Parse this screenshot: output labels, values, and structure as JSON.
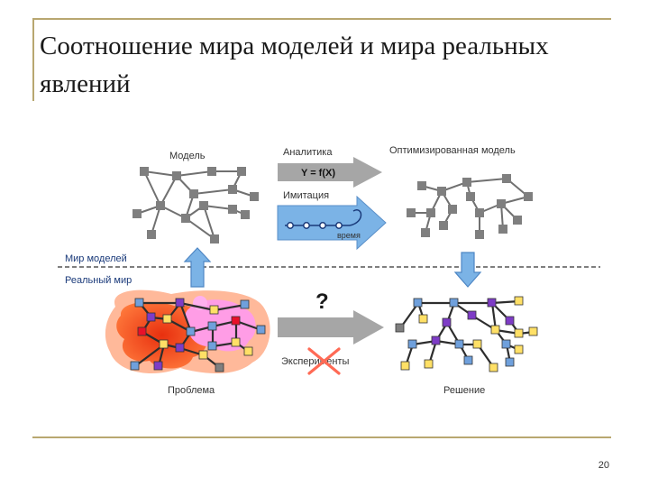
{
  "slide": {
    "title": "Соотношение мира моделей и мира реальных явлений",
    "page_number": "20"
  },
  "diagram": {
    "model_label": "Модель",
    "analytics_label": "Аналитика",
    "formula_label": "Y = f(X)",
    "optimized_model_label": "Оптимизированная модель",
    "imitation_label": "Имитация",
    "time_label": "время",
    "world_of_models_label": "Мир моделей",
    "real_world_label": "Реальный мир",
    "question_mark": "?",
    "experiments_label": "Эксперименты",
    "problem_label": "Проблема",
    "solution_label": "Решение"
  },
  "colors": {
    "node_gray": "#7f7f7f",
    "arrow_fill": "#a6a6a6",
    "up_arrow_fill": "#7bb3e6",
    "sim_box_fill": "#7bb3e6",
    "cross_red": "#ff6a55",
    "problem_orange": "#ff6a2b",
    "problem_pink": "#ff9de6",
    "node_blue": "#6fa0dc",
    "node_purple": "#7e3cc6",
    "node_yellow": "#ffe066"
  }
}
